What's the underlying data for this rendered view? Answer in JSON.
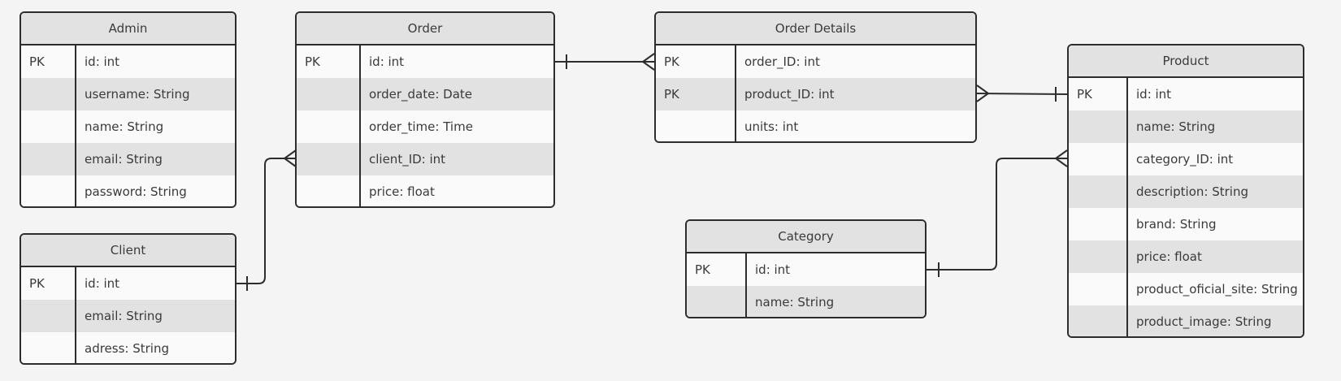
{
  "entities": {
    "admin": {
      "title": "Admin",
      "rows": [
        {
          "key": "PK",
          "field": "id: int"
        },
        {
          "key": "",
          "field": "username: String"
        },
        {
          "key": "",
          "field": "name: String"
        },
        {
          "key": "",
          "field": "email: String"
        },
        {
          "key": "",
          "field": "password: String"
        }
      ]
    },
    "client": {
      "title": "Client",
      "rows": [
        {
          "key": "PK",
          "field": "id: int"
        },
        {
          "key": "",
          "field": "email: String"
        },
        {
          "key": "",
          "field": "adress: String"
        }
      ]
    },
    "order": {
      "title": "Order",
      "rows": [
        {
          "key": "PK",
          "field": "id: int"
        },
        {
          "key": "",
          "field": "order_date: Date"
        },
        {
          "key": "",
          "field": "order_time: Time"
        },
        {
          "key": "",
          "field": "client_ID: int"
        },
        {
          "key": "",
          "field": "price: float"
        }
      ]
    },
    "order_details": {
      "title": "Order Details",
      "rows": [
        {
          "key": "PK",
          "field": "order_ID: int"
        },
        {
          "key": "PK",
          "field": "product_ID: int"
        },
        {
          "key": "",
          "field": "units: int"
        }
      ]
    },
    "category": {
      "title": "Category",
      "rows": [
        {
          "key": "PK",
          "field": "id: int"
        },
        {
          "key": "",
          "field": "name: String"
        }
      ]
    },
    "product": {
      "title": "Product",
      "rows": [
        {
          "key": "PK",
          "field": "id: int"
        },
        {
          "key": "",
          "field": "name: String"
        },
        {
          "key": "",
          "field": "category_ID: int"
        },
        {
          "key": "",
          "field": "description: String"
        },
        {
          "key": "",
          "field": "brand: String"
        },
        {
          "key": "",
          "field": "price: float"
        },
        {
          "key": "",
          "field": "product_oficial_site: String"
        },
        {
          "key": "",
          "field": "product_image: String"
        }
      ]
    }
  },
  "relationships": [
    {
      "from": "order",
      "from_end": "one",
      "to": "order_details",
      "to_end": "many"
    },
    {
      "from": "order_details",
      "from_end": "many",
      "to": "product",
      "to_end": "one"
    },
    {
      "from": "client",
      "from_end": "one",
      "to": "order",
      "to_end": "many"
    },
    {
      "from": "category",
      "from_end": "one",
      "to": "product",
      "to_end": "many"
    }
  ]
}
